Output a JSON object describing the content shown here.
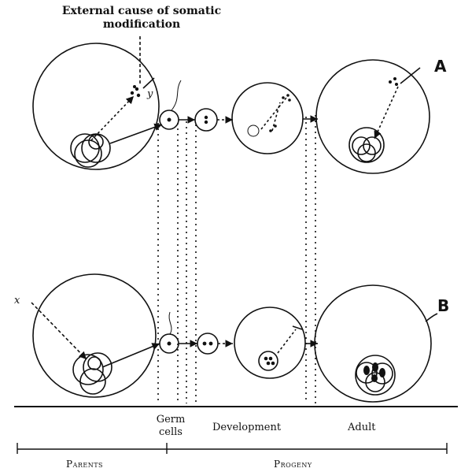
{
  "annotation": {
    "line1": "External cause of somatic",
    "line2": "modification"
  },
  "markers": {
    "y": "y",
    "x": "x"
  },
  "rows": {
    "a": "A",
    "b": "B"
  },
  "stages": {
    "germ_line1": "Germ",
    "germ_line2": "cells",
    "development": "Development",
    "adult": "Adult"
  },
  "groups": {
    "parents": "Parents",
    "progeny": "Progeny"
  },
  "colors": {
    "ink": "#111111",
    "paper": "#ffffff"
  }
}
